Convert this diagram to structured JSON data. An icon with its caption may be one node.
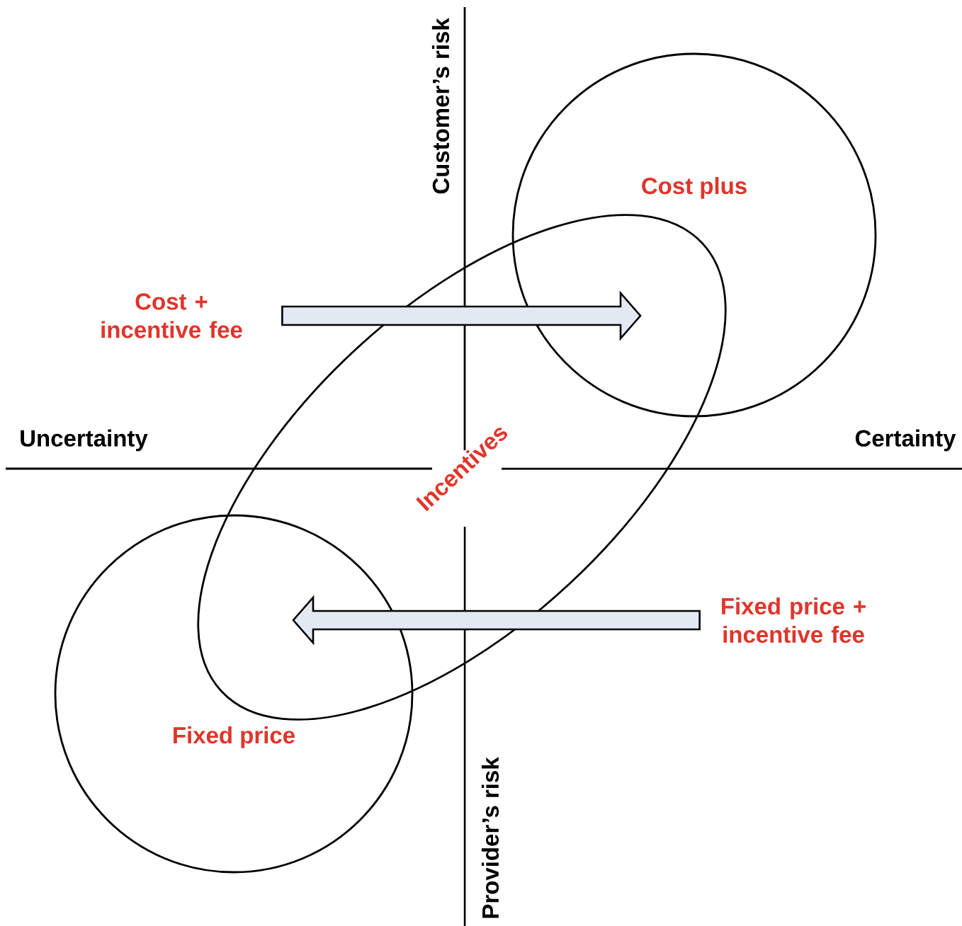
{
  "diagram": {
    "nodes": [
      {
        "text": [
          "Cost plus"
        ]
      },
      {
        "text": [
          "Incentives"
        ]
      },
      {
        "text": [
          "Fixed price"
        ]
      },
      {
        "text": [
          "Cost + incentive fee"
        ]
      },
      {
        "text": [
          "Fixed price + incentive fee"
        ]
      }
    ],
    "edges": [
      {
        "from": 3,
        "to": null,
        "arrow": "to"
      },
      {
        "from": 4,
        "to": null,
        "arrow": "to"
      }
    ],
    "labels": [
      "Customer’s risk",
      "Uncertainty",
      "Certainty",
      "Provider’s risk"
    ]
  }
}
